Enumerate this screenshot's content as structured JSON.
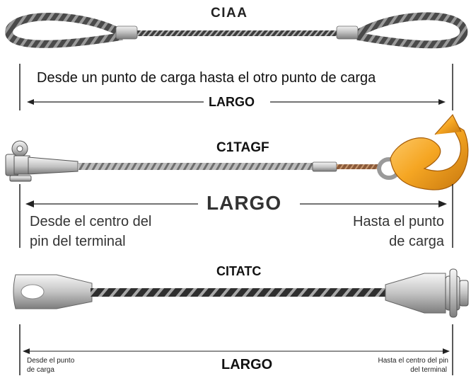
{
  "sections": [
    {
      "code": "CIAA",
      "caption": "Desde un punto de carga hasta el otro punto de carga",
      "length_label": "LARGO"
    },
    {
      "code": "C1TAGF",
      "length_label": "LARGO",
      "left_note_line1": "Desde el centro del",
      "left_note_line2": "pin del terminal",
      "right_note_line1": "Hasta el punto",
      "right_note_line2": "de carga"
    },
    {
      "code": "CITATC",
      "length_label": "LARGO",
      "left_note_line1": "Desde el punto",
      "left_note_line2": "de carga",
      "right_note_line1": "Hasta el centro del pin",
      "right_note_line2": "del terminal"
    }
  ],
  "colors": {
    "rope_dark": "#3a3a3a",
    "rope_light": "#9a9a9a",
    "ferrule": "#c9c9c9",
    "hook": "#f5a623",
    "dim_line": "#222222"
  },
  "icons": [
    "rope-eye-icon",
    "ferrule-icon",
    "jaw-terminal-icon",
    "hook-icon",
    "socket-terminal-icon",
    "clevis-pin-icon"
  ]
}
